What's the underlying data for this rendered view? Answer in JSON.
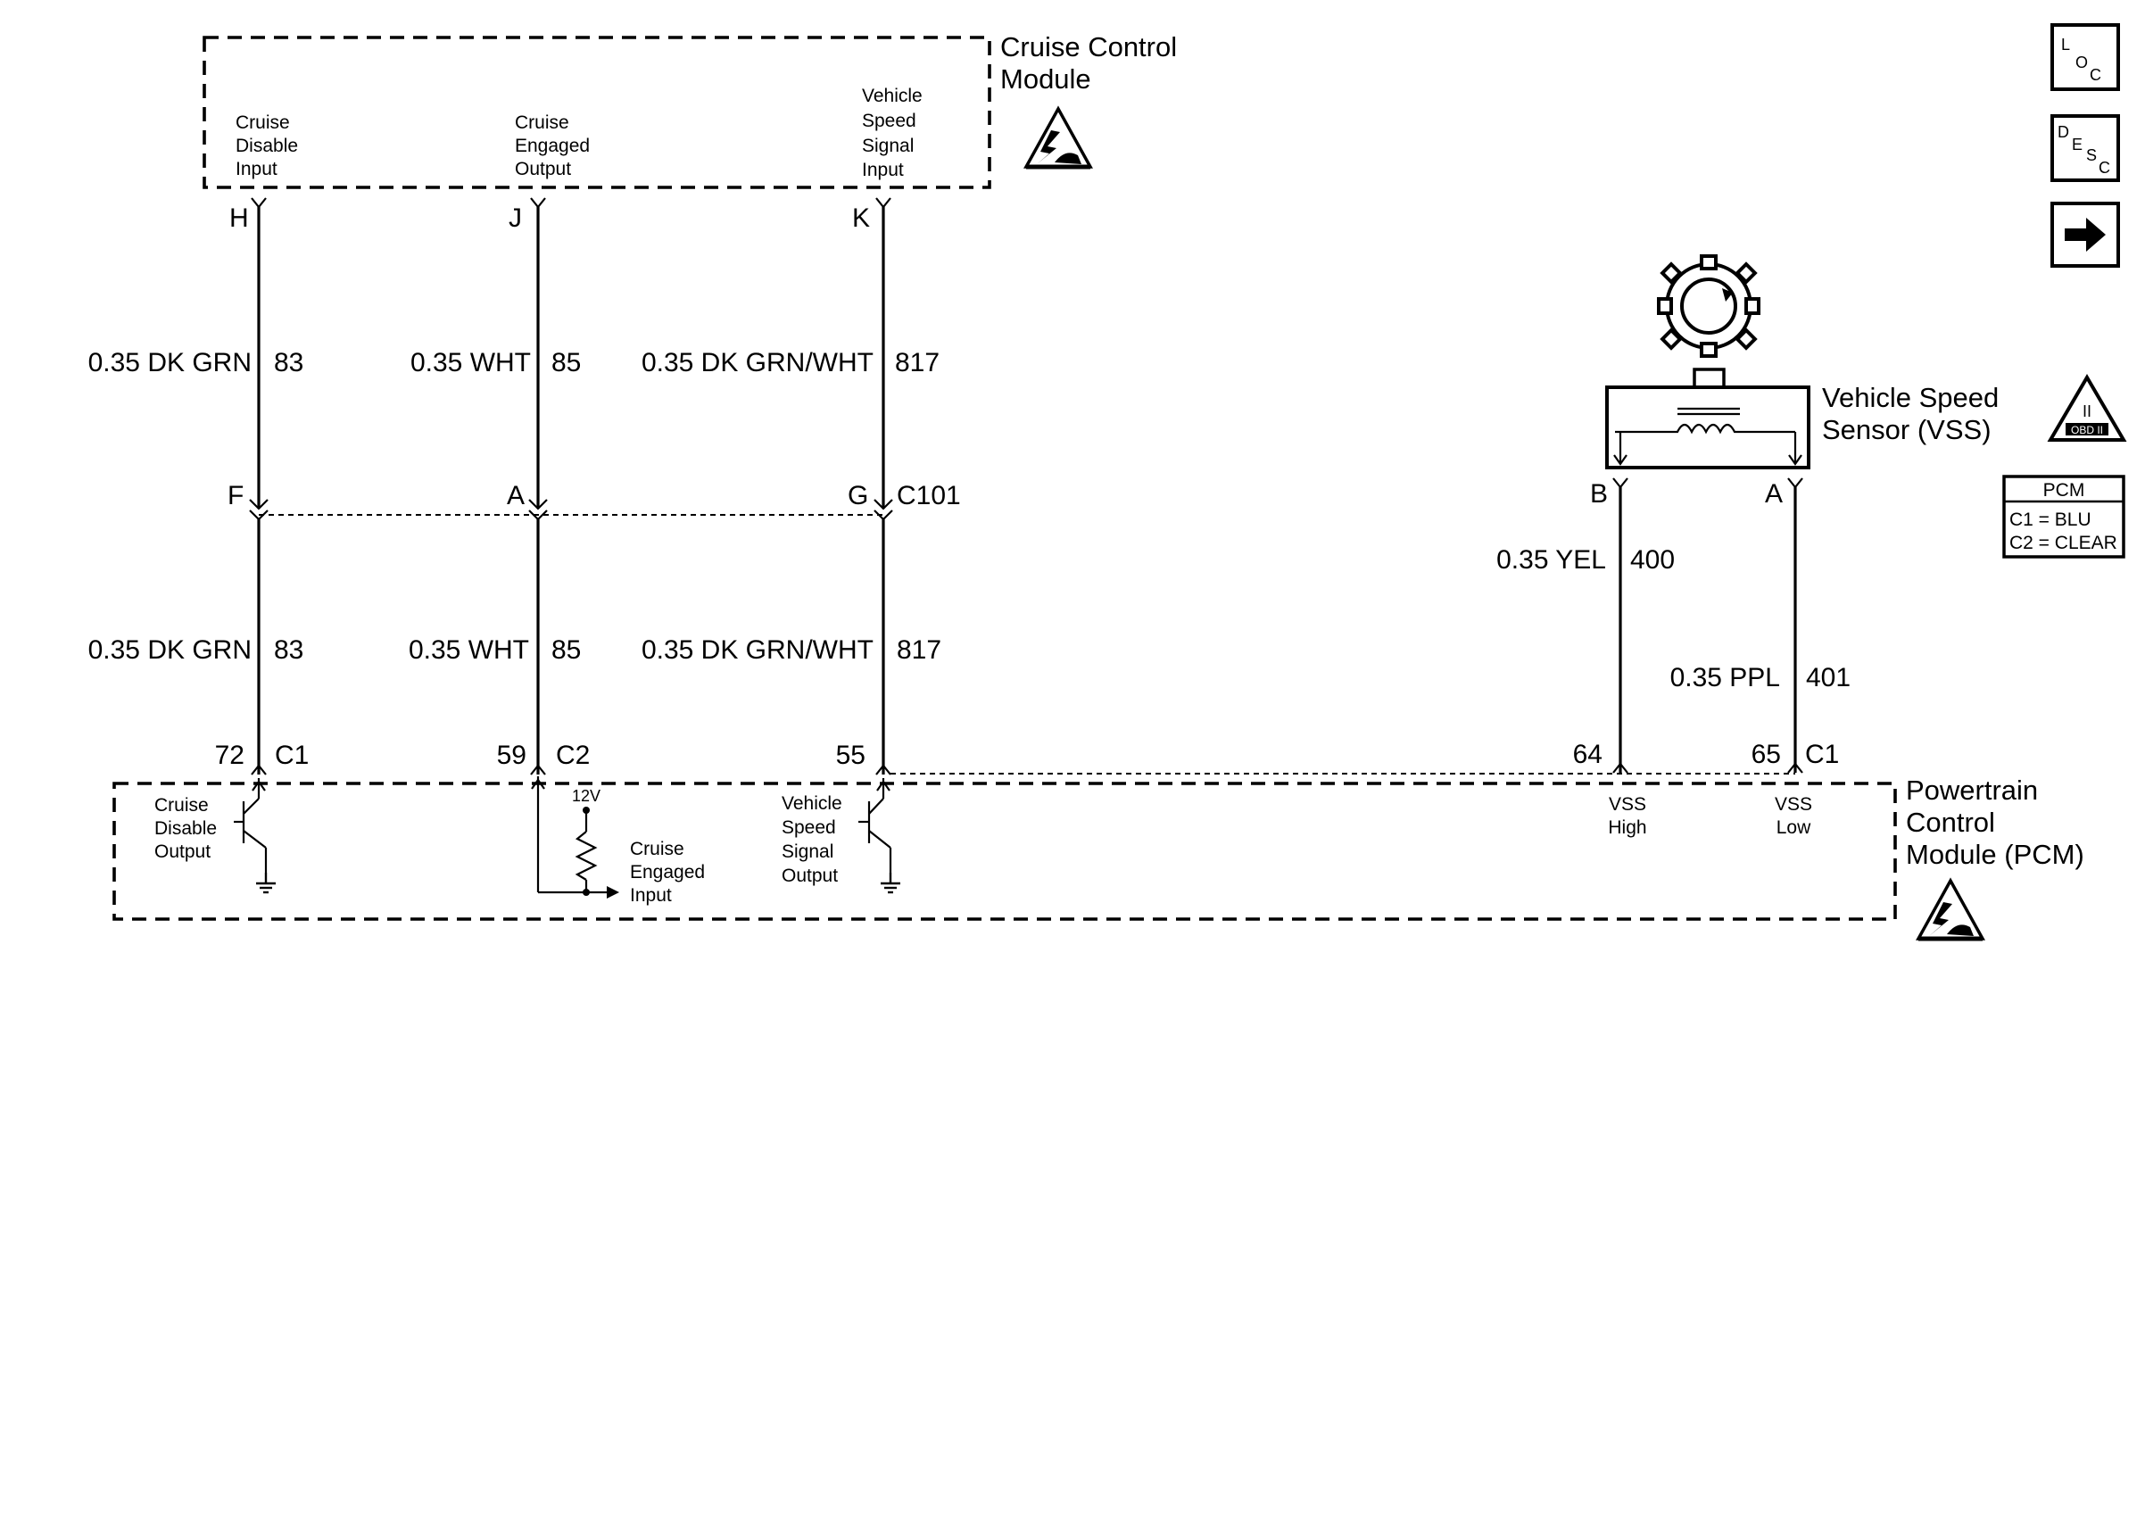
{
  "cruise_module": {
    "name_line1": "Cruise Control",
    "name_line2": "Module",
    "pins": [
      {
        "letter": "H",
        "label": [
          "Cruise",
          "Disable",
          "Input"
        ]
      },
      {
        "letter": "J",
        "label": [
          "Cruise",
          "Engaged",
          "Output"
        ]
      },
      {
        "letter": "K",
        "label": [
          "Vehicle",
          "Speed",
          "Signal",
          "Input"
        ]
      }
    ]
  },
  "upper_wires": [
    {
      "spec": "0.35 DK GRN",
      "circuit": "83"
    },
    {
      "spec": "0.35 WHT",
      "circuit": "85"
    },
    {
      "spec": "0.35 DK GRN/WHT",
      "circuit": "817"
    }
  ],
  "connector_c101": {
    "name": "C101",
    "pins": [
      "F",
      "A",
      "G"
    ]
  },
  "lower_wires": [
    {
      "spec": "0.35 DK GRN",
      "circuit": "83"
    },
    {
      "spec": "0.35 WHT",
      "circuit": "85"
    },
    {
      "spec": "0.35 DK GRN/WHT",
      "circuit": "817"
    }
  ],
  "pcm": {
    "name_line1": "Powertrain",
    "name_line2": "Control",
    "name_line3": "Module (PCM)",
    "pins": [
      {
        "number": "72",
        "connector": "C1"
      },
      {
        "number": "59",
        "connector": "C2"
      },
      {
        "number": "55"
      },
      {
        "number": "64"
      },
      {
        "number": "65",
        "connector": "C1"
      }
    ],
    "cruise_disable_output": [
      "Cruise",
      "Disable",
      "Output"
    ],
    "voltage": "12V",
    "cruise_engaged_input": [
      "Cruise",
      "Engaged",
      "Input"
    ],
    "vss_signal_output": [
      "Vehicle",
      "Speed",
      "Signal",
      "Output"
    ],
    "vss_high": [
      "VSS",
      "High"
    ],
    "vss_low": [
      "VSS",
      "Low"
    ]
  },
  "vss": {
    "name_line1": "Vehicle Speed",
    "name_line2": "Sensor (VSS)",
    "pin_b": "B",
    "pin_a": "A",
    "wire_b": {
      "spec": "0.35 YEL",
      "circuit": "400"
    },
    "wire_a": {
      "spec": "0.35 PPL",
      "circuit": "401"
    }
  },
  "side_icons": {
    "loc": {
      "l": "L",
      "o": "O",
      "c": "C"
    },
    "desc": {
      "d": "D",
      "e": "E",
      "s": "S",
      "c": "C"
    },
    "obd_numeral": "II",
    "obd_text": "OBD II"
  },
  "pcm_legend": {
    "title": "PCM",
    "rows": [
      "C1 = BLU",
      "C2 = CLEAR"
    ]
  }
}
